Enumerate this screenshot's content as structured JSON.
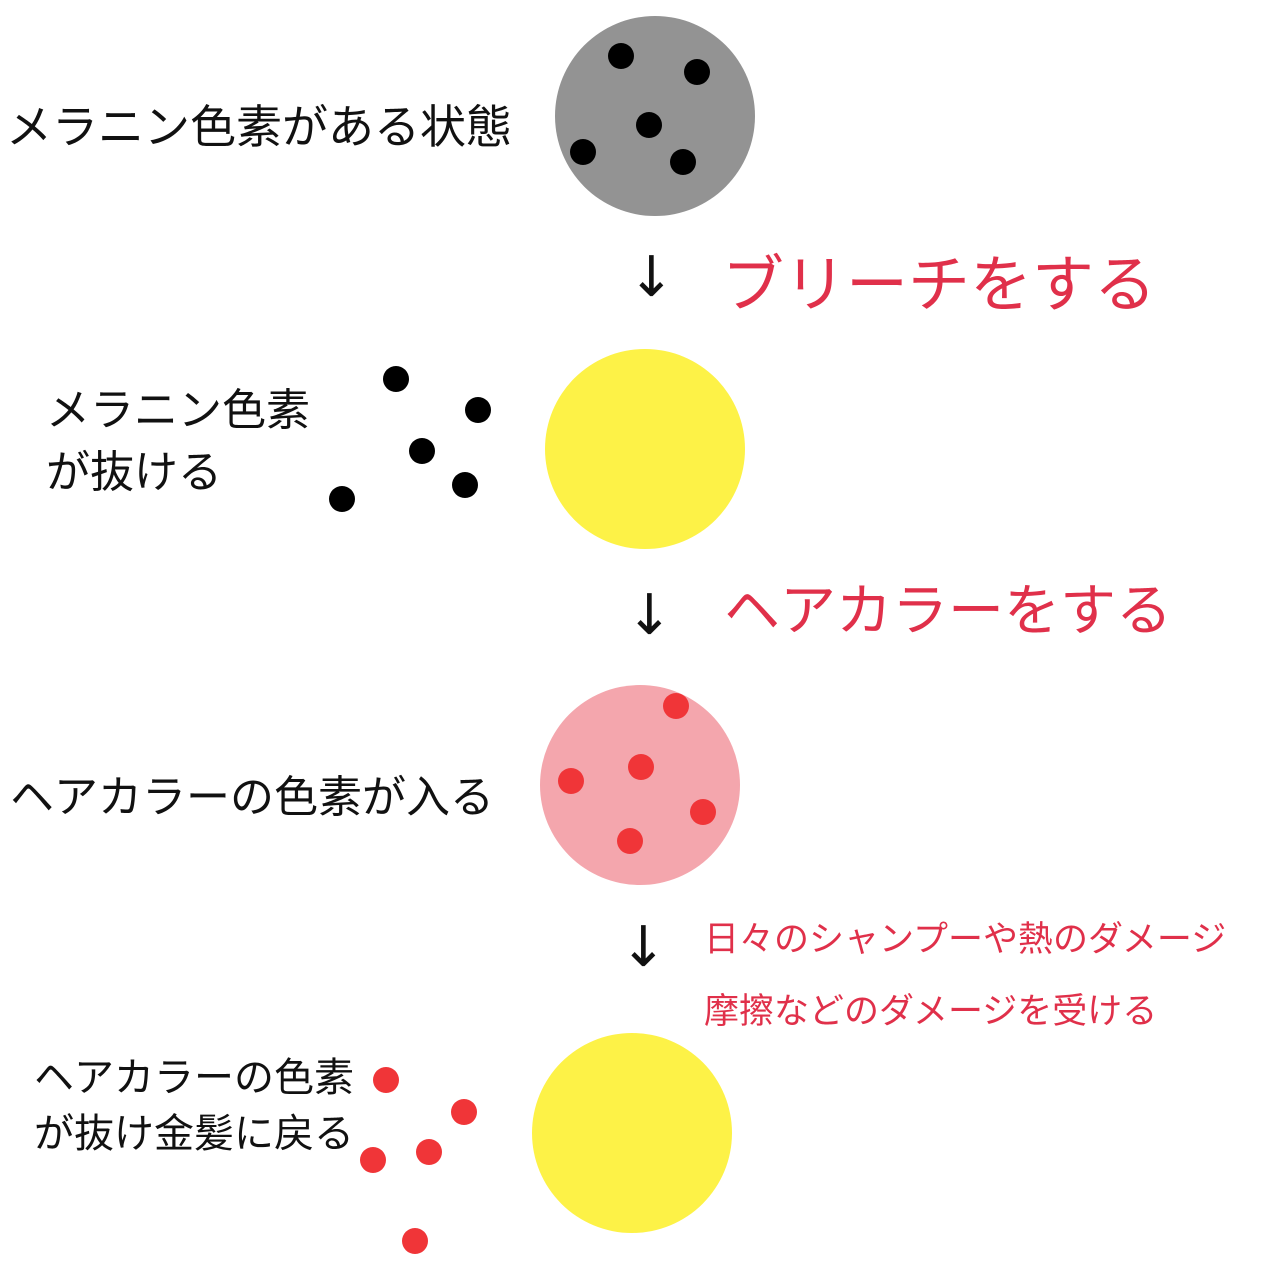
{
  "labels": {
    "step1": "メラニン色素がある状態",
    "step2_line1": "メラニン色素",
    "step2_line2": "が抜ける",
    "step3": "ヘアカラーの色素が入る",
    "step4_line1": "ヘアカラーの色素",
    "step4_line2": "が抜け金髪に戻る"
  },
  "actions": {
    "bleach": "ブリーチをする",
    "color": "ヘアカラーをする",
    "damage_line1": "日々のシャンプーや熱のダメージ",
    "damage_line2": "摩擦などのダメージを受ける"
  },
  "arrows": {
    "down": "↓"
  },
  "colors": {
    "gray_hair": "#939393",
    "bleached_hair": "#fdf247",
    "colored_hair": "#f4a6ad",
    "melanin_dot": "#000000",
    "dye_dot": "#f03538",
    "action_text": "#e0304a"
  }
}
